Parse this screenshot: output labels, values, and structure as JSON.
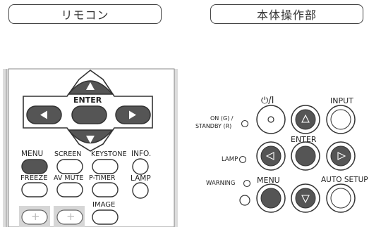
{
  "headers": {
    "remote": "リモコン",
    "main_unit": "本体操作部"
  },
  "remote": {
    "enter_label": "ENTER",
    "row1": [
      "MENU",
      "SCREEN",
      "KEYSTONE",
      "INFO."
    ],
    "row2": [
      "FREEZE",
      "AV MUTE",
      "P-TIMER",
      "LAMP"
    ],
    "row3_label": "IMAGE",
    "plus_symbol": "+"
  },
  "panel": {
    "power_label": "⏻/I",
    "input_label": "INPUT",
    "on_standby_label_1": "ON (G) /",
    "on_standby_label_2": "STANDBY (R)",
    "enter_label": "ENTER",
    "lamp_label": "LAMP",
    "warning_label": "WARNING",
    "menu_label": "MENU",
    "auto_setup_label": "AUTO SETUP"
  },
  "colors": {
    "button_dark": "#555555",
    "button_light": "#ffffff",
    "remote_frame": "#dcdcdc"
  }
}
